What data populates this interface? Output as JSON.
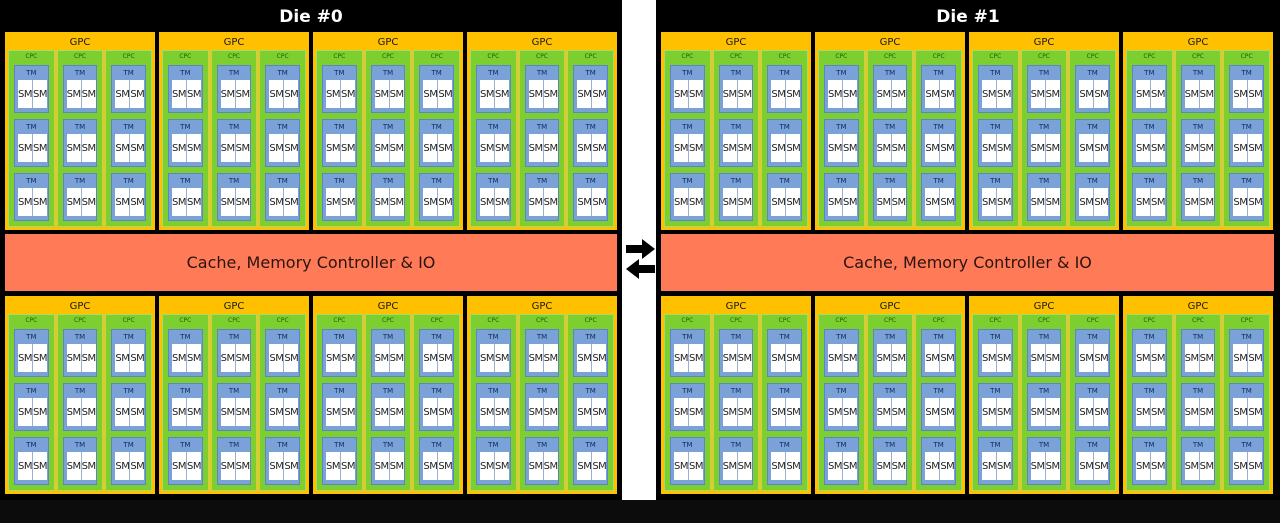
{
  "dies": [
    {
      "title": "Die #0",
      "top_gpcs": [
        {
          "label": "GPC"
        },
        {
          "label": "GPC"
        },
        {
          "label": "GPC"
        },
        {
          "label": "GPC"
        }
      ],
      "cache_label": "Cache, Memory Controller & IO",
      "bottom_gpcs": [
        {
          "label": "GPC"
        },
        {
          "label": "GPC"
        },
        {
          "label": "GPC"
        },
        {
          "label": "GPC"
        }
      ]
    },
    {
      "title": "Die #1",
      "top_gpcs": [
        {
          "label": "GPC"
        },
        {
          "label": "GPC"
        },
        {
          "label": "GPC"
        },
        {
          "label": "GPC"
        }
      ],
      "cache_label": "Cache, Memory Controller & IO",
      "bottom_gpcs": [
        {
          "label": "GPC"
        },
        {
          "label": "GPC"
        },
        {
          "label": "GPC"
        },
        {
          "label": "GPC"
        }
      ]
    }
  ],
  "gpc_structure": {
    "cpc_label": "CPC",
    "cpcs_per_gpc": 3,
    "tm_label": "TM",
    "tms_per_cpc": 3,
    "sm_label": "SM",
    "sms_per_tm": 2
  },
  "interconnect": {
    "icon": "bidirectional-arrows-icon"
  },
  "colors": {
    "gpc": "#ffc000",
    "cpc": "#7ccf2e",
    "tm": "#7aa2d8",
    "sm": "#ffffff",
    "cache": "#ff7a57",
    "background": "#000000",
    "interconnect": "#ffffff"
  }
}
